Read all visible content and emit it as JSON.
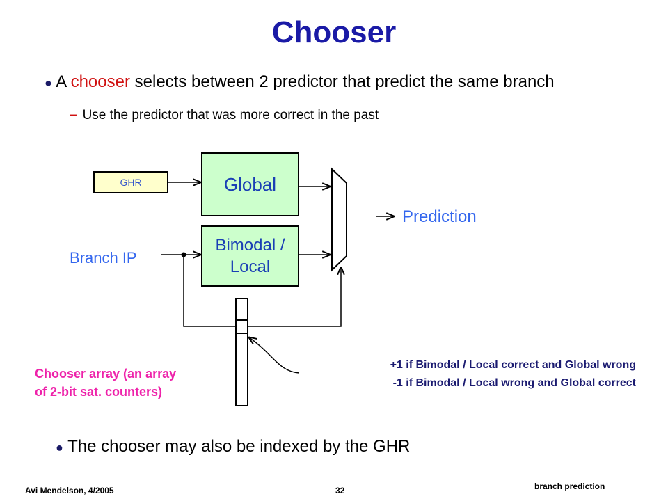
{
  "title": "Chooser",
  "bullets": {
    "first_pre": "A ",
    "first_highlight": "chooser",
    "first_post": " selects between 2 predictor that predict the same branch",
    "sub_dash": "–",
    "sub": "Use the predictor that was more correct in the past",
    "second": "The chooser may also be indexed by the GHR"
  },
  "diagram": {
    "ghr": "GHR",
    "global": "Global",
    "bimodal_line1": "Bimodal /",
    "bimodal_line2": "Local",
    "prediction": "Prediction",
    "branch_ip": "Branch IP",
    "chooser_array_line1": "Chooser array (an array",
    "chooser_array_line2": "of 2-bit sat. counters)",
    "update_line1": "+1 if Bimodal / Local correct and Global wrong",
    "update_line2": "-1 if Bimodal / Local wrong and Global correct"
  },
  "footer": {
    "author": "Avi Mendelson, 4/2005",
    "page": "32",
    "topic": "branch prediction"
  },
  "colors": {
    "title": "#1a1aa6",
    "highlight": "#d01010",
    "label_blue": "#3366ee",
    "chooser_pink": "#ee22aa",
    "box_green": "#ccffcc",
    "box_yellow": "#ffffcc"
  },
  "icons": {
    "bullet": "bullet-dot-icon",
    "mux": "multiplexer-icon",
    "arrow": "arrow-icon"
  }
}
